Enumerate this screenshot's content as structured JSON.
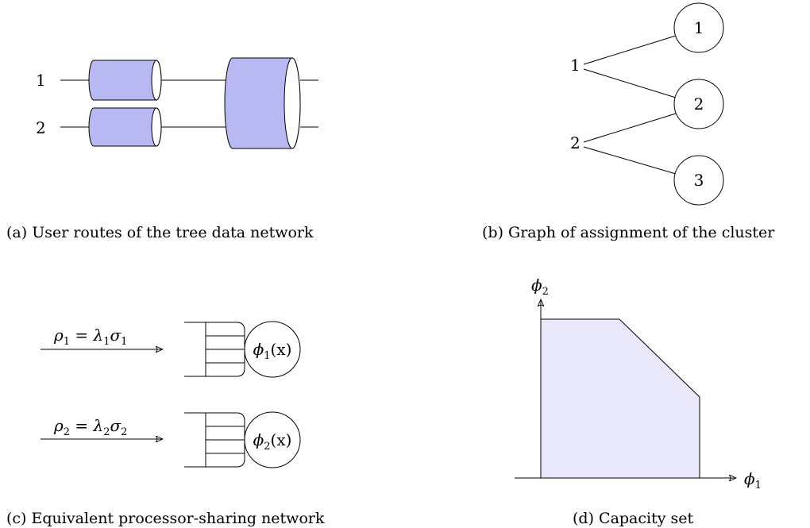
{
  "panel_a": {
    "route_labels": [
      "1",
      "2"
    ],
    "caption": "(a) User routes of the tree data network",
    "fill_color": "#b8b8f2"
  },
  "panel_b": {
    "user_labels": [
      "1",
      "2"
    ],
    "server_labels": [
      "1",
      "2",
      "3"
    ],
    "edges": [
      [
        "1",
        "1"
      ],
      [
        "1",
        "2"
      ],
      [
        "2",
        "2"
      ],
      [
        "2",
        "3"
      ]
    ],
    "caption": "(b) Graph of assignment of the cluster"
  },
  "panel_c": {
    "queues": [
      {
        "rate_lhs": "ρ",
        "rate_lhs_sub": "1",
        "rate_eq": " = ",
        "rate_lambda": "λ",
        "rate_lambda_sub": "1",
        "rate_sigma": "σ",
        "rate_sigma_sub": "1",
        "server_phi": "ϕ",
        "server_phi_sub": "1",
        "server_arg": "(x)"
      },
      {
        "rate_lhs": "ρ",
        "rate_lhs_sub": "2",
        "rate_eq": " = ",
        "rate_lambda": "λ",
        "rate_lambda_sub": "2",
        "rate_sigma": "σ",
        "rate_sigma_sub": "2",
        "server_phi": "ϕ",
        "server_phi_sub": "2",
        "server_arg": "(x)"
      }
    ],
    "caption": "(c) Equivalent processor-sharing network"
  },
  "panel_d": {
    "x_axis_symbol": "ϕ",
    "x_axis_sub": "1",
    "y_axis_symbol": "ϕ",
    "y_axis_sub": "2",
    "caption": "(d) Capacity set",
    "fill_color": "#e8e8fa"
  }
}
